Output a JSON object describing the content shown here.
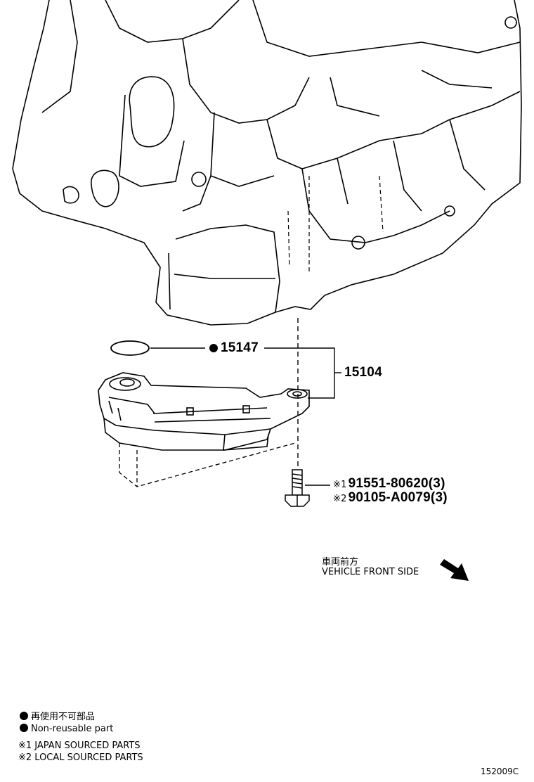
{
  "parts": {
    "gasket": {
      "number": "15147",
      "marker": "non-reusable-dot"
    },
    "oil_strainer": {
      "number": "15104"
    },
    "bolt_japan": {
      "marker": "※1",
      "number": "91551-80620(3)"
    },
    "bolt_local": {
      "marker": "※2",
      "number": "90105-A0079(3)"
    }
  },
  "direction": {
    "label_jp": "車両前方",
    "label_en": "VEHICLE FRONT SIDE",
    "icon": "arrow-down-right-icon"
  },
  "legend": {
    "nonreusable_jp": "再使用不可部品",
    "nonreusable_en": "Non-reusable part",
    "japan_sourced": "※1 JAPAN SOURCED PARTS",
    "local_sourced": "※2 LOCAL SOURCED PARTS"
  },
  "figure_ref": "152009C"
}
